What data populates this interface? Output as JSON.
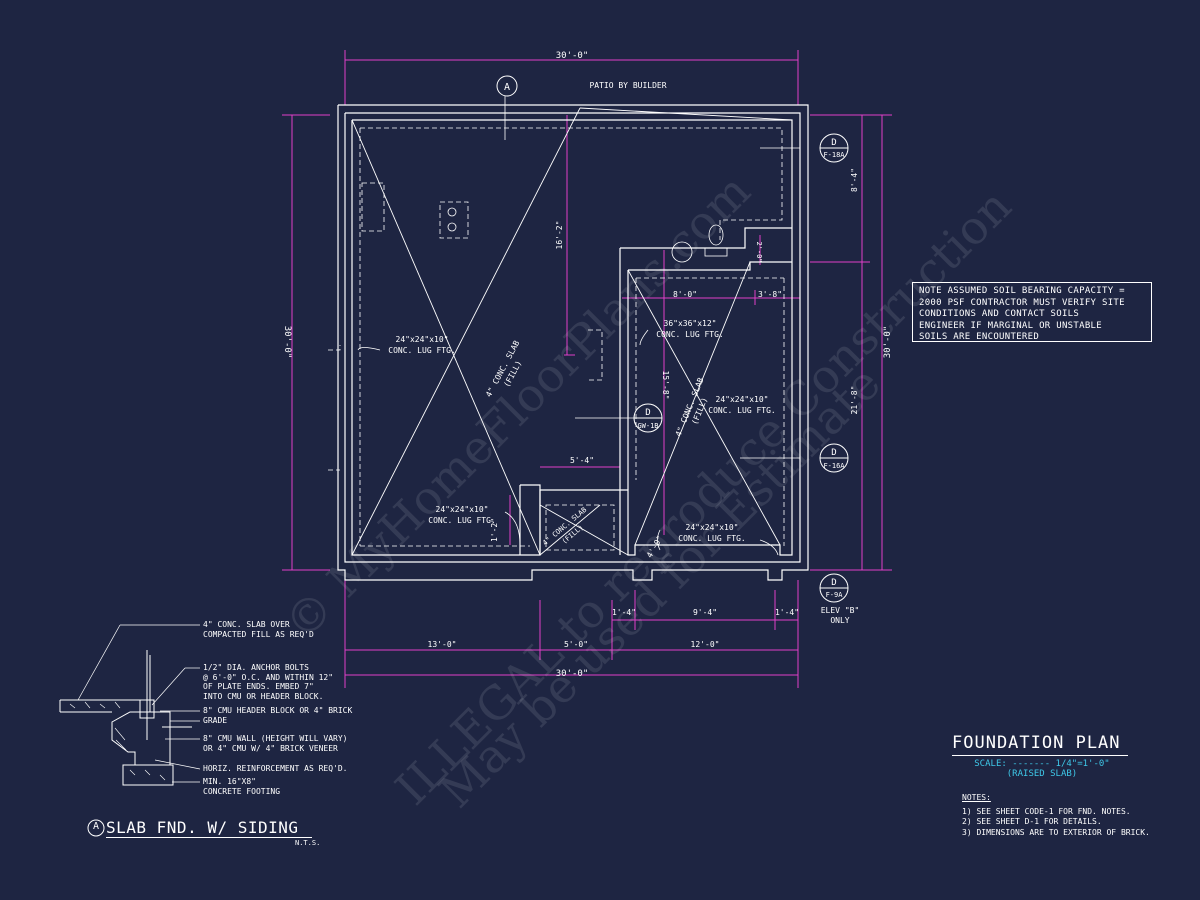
{
  "plan": {
    "dim_overall_top": "30'-0\"",
    "dim_overall_bottom": "30'-0\"",
    "dim_overall_left": "30'-0\"",
    "dim_overall_right": "30'-0\"",
    "patio_label": "PATIO BY BUILDER",
    "section_marker_a": "A",
    "dim_16_2": "16'-2\"",
    "dim_8_4": "8'-4\"",
    "dim_21_8": "21'-8\"",
    "dim_15_8": "15'-8\"",
    "dim_8_0": "8'-0\"",
    "dim_3_8": "3'-8\"",
    "dim_2_0": "2'-0\"",
    "dim_5_4": "5'-4\"",
    "dim_1_2": "1'-2\"",
    "dim_4_0": "4'-0\"",
    "dim_1_4_left": "1'-4\"",
    "dim_9_4": "9'-4\"",
    "dim_1_4_right": "1'-4\"",
    "dim_13_0": "13'-0\"",
    "dim_5_0": "5'-0\"",
    "dim_12_0": "12'-0\"",
    "ftg_left_line1": "24\"x24\"x10\"",
    "ftg_left_line2": "CONC. LUG FTG.",
    "ftg_center_line1": "36\"x36\"x12\"",
    "ftg_center_line2": "CONC. LUG FTG.",
    "ftg_right_line1": "24\"x24\"x10\"",
    "ftg_right_line2": "CONC. LUG FTG.",
    "ftg_lower_left_line1": "24\"x24\"x10\"",
    "ftg_lower_left_line2": "CONC. LUG FTG.",
    "ftg_lower_right_line1": "24\"x24\"x10\"",
    "ftg_lower_right_line2": "CONC. LUG FTG.",
    "slab_main_line1": "4\" CONC. SLAB",
    "slab_main_line2": "(FILL)",
    "slab_right_line1": "4\" CONC. SLAB",
    "slab_right_line2": "(FILL)",
    "slab_small_line1": "4\" CONC. SLAB",
    "slab_small_line2": "(FILL)",
    "elev_line1": "ELEV \"B\"",
    "elev_line2": "ONLY"
  },
  "markers": [
    {
      "letter": "D",
      "ref": "F-18A"
    },
    {
      "letter": "D",
      "ref": "GW-1B"
    },
    {
      "letter": "D",
      "ref": "F-16A"
    },
    {
      "letter": "D",
      "ref": "F-9A"
    }
  ],
  "soil_note": [
    "NOTE ASSUMED SOIL BEARING CAPACITY =",
    "2000 PSF CONTRACTOR MUST VERIFY SITE",
    "CONDITIONS AND CONTACT SOILS",
    "ENGINEER IF MARGINAL OR UNSTABLE",
    "SOILS ARE ENCOUNTERED"
  ],
  "title": {
    "main": "FOUNDATION PLAN",
    "scale": "SCALE: ------- 1/4\"=1'-0\"",
    "sub": "(RAISED SLAB)"
  },
  "notes": {
    "heading": "NOTES:",
    "items": [
      "1) SEE SHEET CODE-1 FOR FND. NOTES.",
      "2) SEE SHEET D-1 FOR DETAILS.",
      "3) DIMENSIONS ARE TO EXTERIOR OF BRICK."
    ]
  },
  "detail": {
    "marker": "A",
    "title": "SLAB FND. W/ SIDING",
    "sub": "N.T.S.",
    "callouts": [
      [
        "4\" CONC. SLAB OVER",
        "COMPACTED FILL AS REQ'D"
      ],
      [
        "1/2\" DIA. ANCHOR BOLTS",
        "@ 6'-0\" O.C. AND WITHIN 12\"",
        "OF PLATE ENDS. EMBED 7\"",
        "INTO CMU OR HEADER BLOCK."
      ],
      [
        "8\" CMU HEADER BLOCK OR 4\" BRICK"
      ],
      [
        "GRADE"
      ],
      [
        "8\" CMU WALL (HEIGHT WILL VARY)",
        "OR 4\" CMU W/ 4\" BRICK VENEER"
      ],
      [
        "HORIZ. REINFORCEMENT AS REQ'D."
      ],
      [
        "MIN. 16\"X8\"",
        "CONCRETE FOOTING"
      ]
    ]
  },
  "watermark": {
    "line1": "© MyHomeFloorPlans.com",
    "line2": "ILLEGAL to reproduce Construction",
    "line3": "May be used for Estimate"
  },
  "colors": {
    "background": "#1e2542",
    "line": "#ffffff",
    "dimension": "#e040c8",
    "accent": "#3ec8e8"
  }
}
